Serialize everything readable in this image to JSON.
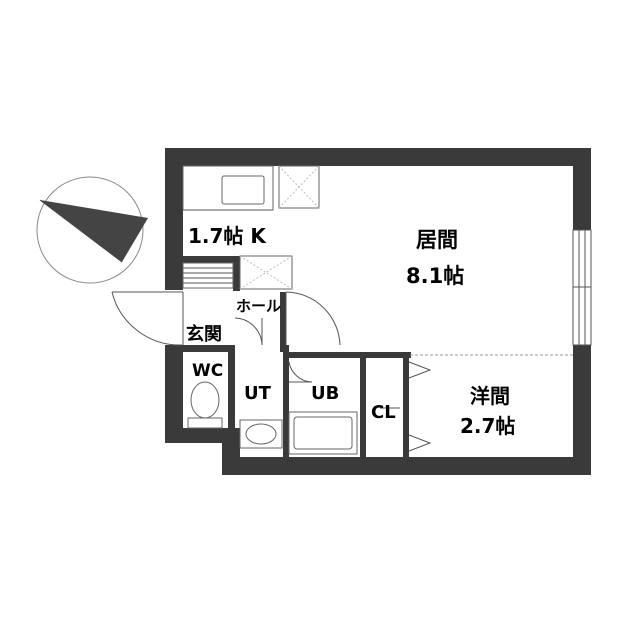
{
  "rooms": {
    "kitchen": "1.7帖 K",
    "living_name": "居間",
    "living_size": "8.1帖",
    "hall": "ホール",
    "entrance": "玄関",
    "wc": "WC",
    "ut": "UT",
    "ub": "UB",
    "cl": "CL",
    "western_name": "洋間",
    "western_size": "2.7帖"
  },
  "colors": {
    "wall": "#3a3a3a",
    "line": "#555555",
    "floor": "#ffffff"
  },
  "icons": {
    "compass": "north-arrow-icon"
  }
}
